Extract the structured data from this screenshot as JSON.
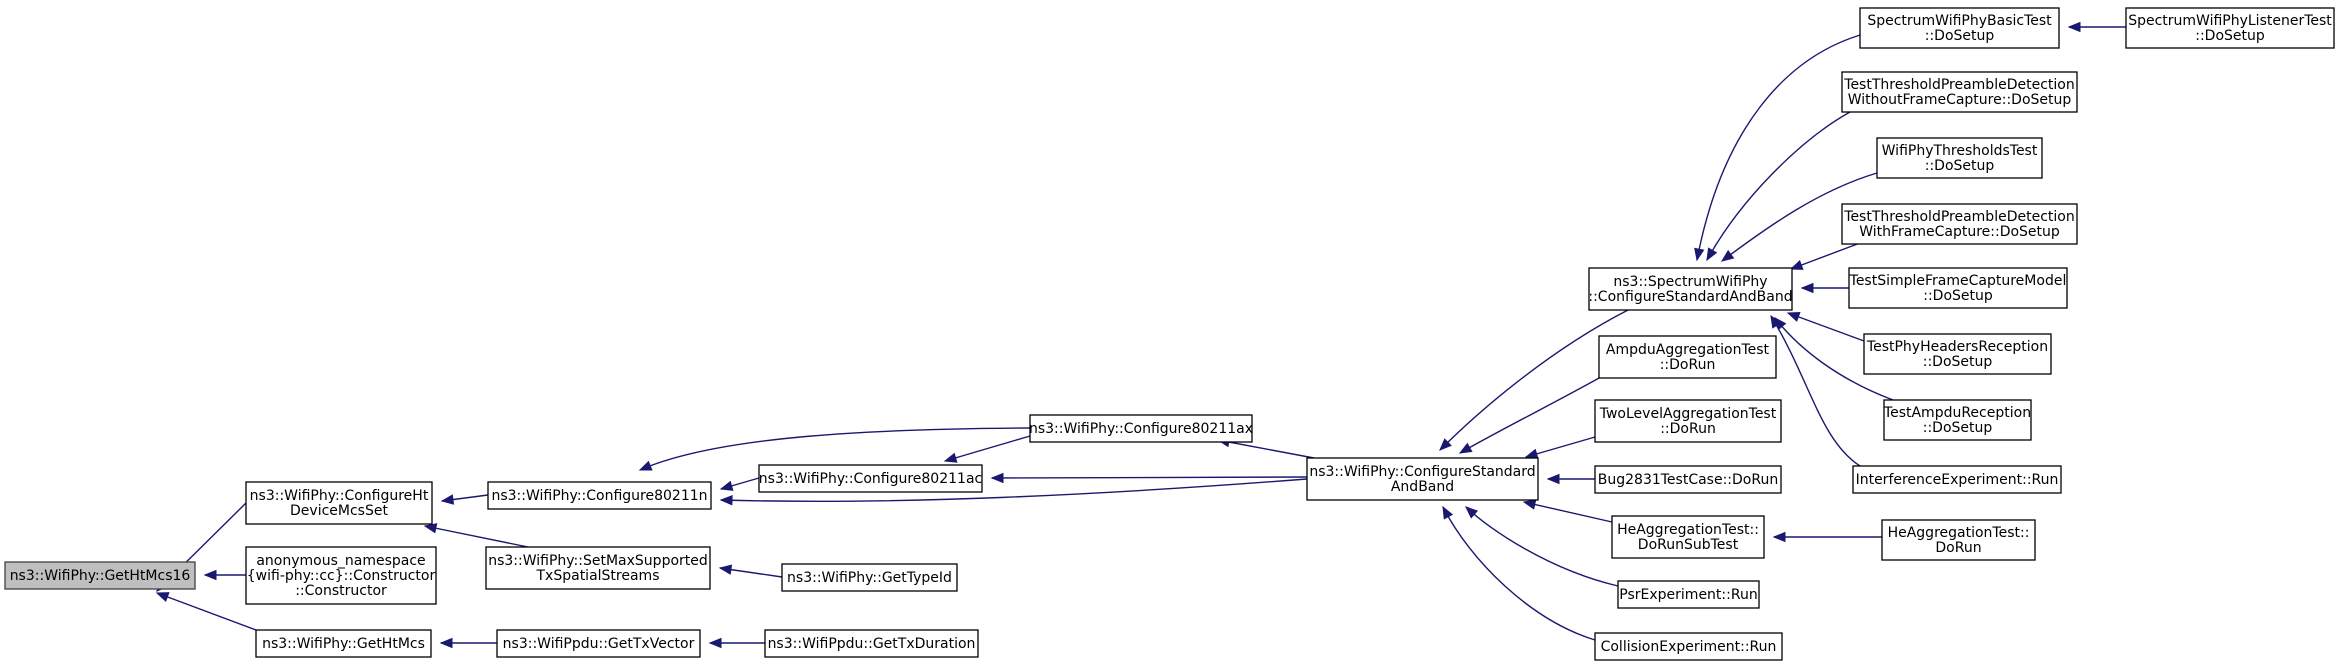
{
  "nodes": [
    {
      "id": "root",
      "lines": [
        "ns3::WifiPhy::GetHtMcs16"
      ],
      "root": true
    },
    {
      "id": "configureHtMcs",
      "lines": [
        "ns3::WifiPhy::ConfigureHt",
        "DeviceMcsSet"
      ]
    },
    {
      "id": "anonCtor",
      "lines": [
        "anonymous_namespace",
        "{wifi-phy::cc}::Constructor",
        "::Constructor"
      ]
    },
    {
      "id": "getHtMcs",
      "lines": [
        "ns3::WifiPhy::GetHtMcs"
      ]
    },
    {
      "id": "cfg80211n",
      "lines": [
        "ns3::WifiPhy::Configure80211n"
      ]
    },
    {
      "id": "setMaxStreams",
      "lines": [
        "ns3::WifiPhy::SetMaxSupported",
        "TxSpatialStreams"
      ]
    },
    {
      "id": "getTxVector",
      "lines": [
        "ns3::WifiPpdu::GetTxVector"
      ]
    },
    {
      "id": "cfg80211ac",
      "lines": [
        "ns3::WifiPhy::Configure80211ac"
      ]
    },
    {
      "id": "cfg80211ax",
      "lines": [
        "ns3::WifiPhy::Configure80211ax"
      ]
    },
    {
      "id": "getTypeId",
      "lines": [
        "ns3::WifiPhy::GetTypeId"
      ]
    },
    {
      "id": "getTxDuration",
      "lines": [
        "ns3::WifiPpdu::GetTxDuration"
      ]
    },
    {
      "id": "cfgStdBand",
      "lines": [
        "ns3::WifiPhy::ConfigureStandard",
        "AndBand"
      ]
    },
    {
      "id": "specCfgStdBand",
      "lines": [
        "ns3::SpectrumWifiPhy",
        "::ConfigureStandardAndBand"
      ]
    },
    {
      "id": "ampduAggTest",
      "lines": [
        "AmpduAggregationTest",
        "::DoRun"
      ]
    },
    {
      "id": "twoLevelAgg",
      "lines": [
        "TwoLevelAggregationTest",
        "::DoRun"
      ]
    },
    {
      "id": "bug2831",
      "lines": [
        "Bug2831TestCase::DoRun"
      ]
    },
    {
      "id": "heAggSub",
      "lines": [
        "HeAggregationTest::",
        "DoRunSubTest"
      ]
    },
    {
      "id": "psrExp",
      "lines": [
        "PsrExperiment::Run"
      ]
    },
    {
      "id": "collisionExp",
      "lines": [
        "CollisionExperiment::Run"
      ]
    },
    {
      "id": "specBasic",
      "lines": [
        "SpectrumWifiPhyBasicTest",
        "::DoSetup"
      ]
    },
    {
      "id": "threshNoCapture",
      "lines": [
        "TestThresholdPreambleDetection",
        "WithoutFrameCapture::DoSetup"
      ]
    },
    {
      "id": "phyThresholds",
      "lines": [
        "WifiPhyThresholdsTest",
        "::DoSetup"
      ]
    },
    {
      "id": "threshCapture",
      "lines": [
        "TestThresholdPreambleDetection",
        "WithFrameCapture::DoSetup"
      ]
    },
    {
      "id": "simpleCapture",
      "lines": [
        "TestSimpleFrameCaptureModel",
        "::DoSetup"
      ]
    },
    {
      "id": "phyHeaders",
      "lines": [
        "TestPhyHeadersReception",
        "::DoSetup"
      ]
    },
    {
      "id": "ampduReception",
      "lines": [
        "TestAmpduReception",
        "::DoSetup"
      ]
    },
    {
      "id": "interferenceExp",
      "lines": [
        "InterferenceExperiment::Run"
      ]
    },
    {
      "id": "heAggRun",
      "lines": [
        "HeAggregationTest::",
        "DoRun"
      ]
    },
    {
      "id": "specListener",
      "lines": [
        "SpectrumWifiPhyListenerTest",
        "::DoSetup"
      ]
    }
  ],
  "edges": [
    [
      "configureHtMcs",
      "root"
    ],
    [
      "anonCtor",
      "root"
    ],
    [
      "getHtMcs",
      "root"
    ],
    [
      "cfg80211n",
      "configureHtMcs"
    ],
    [
      "setMaxStreams",
      "configureHtMcs"
    ],
    [
      "getTxVector",
      "getHtMcs"
    ],
    [
      "cfg80211ac",
      "cfg80211n"
    ],
    [
      "cfg80211ax",
      "cfg80211n"
    ],
    [
      "cfgStdBand",
      "cfg80211n"
    ],
    [
      "getTypeId",
      "setMaxStreams"
    ],
    [
      "getTxDuration",
      "getTxVector"
    ],
    [
      "cfg80211ax",
      "cfg80211ac"
    ],
    [
      "cfgStdBand",
      "cfg80211ac"
    ],
    [
      "cfgStdBand",
      "cfg80211ax"
    ],
    [
      "specCfgStdBand",
      "cfgStdBand"
    ],
    [
      "ampduAggTest",
      "cfgStdBand"
    ],
    [
      "twoLevelAgg",
      "cfgStdBand"
    ],
    [
      "bug2831",
      "cfgStdBand"
    ],
    [
      "heAggSub",
      "cfgStdBand"
    ],
    [
      "psrExp",
      "cfgStdBand"
    ],
    [
      "collisionExp",
      "cfgStdBand"
    ],
    [
      "specBasic",
      "specCfgStdBand"
    ],
    [
      "threshNoCapture",
      "specCfgStdBand"
    ],
    [
      "phyThresholds",
      "specCfgStdBand"
    ],
    [
      "threshCapture",
      "specCfgStdBand"
    ],
    [
      "simpleCapture",
      "specCfgStdBand"
    ],
    [
      "phyHeaders",
      "specCfgStdBand"
    ],
    [
      "ampduReception",
      "specCfgStdBand"
    ],
    [
      "interferenceExp",
      "specCfgStdBand"
    ],
    [
      "heAggRun",
      "heAggSub"
    ],
    [
      "specListener",
      "specBasic"
    ]
  ]
}
